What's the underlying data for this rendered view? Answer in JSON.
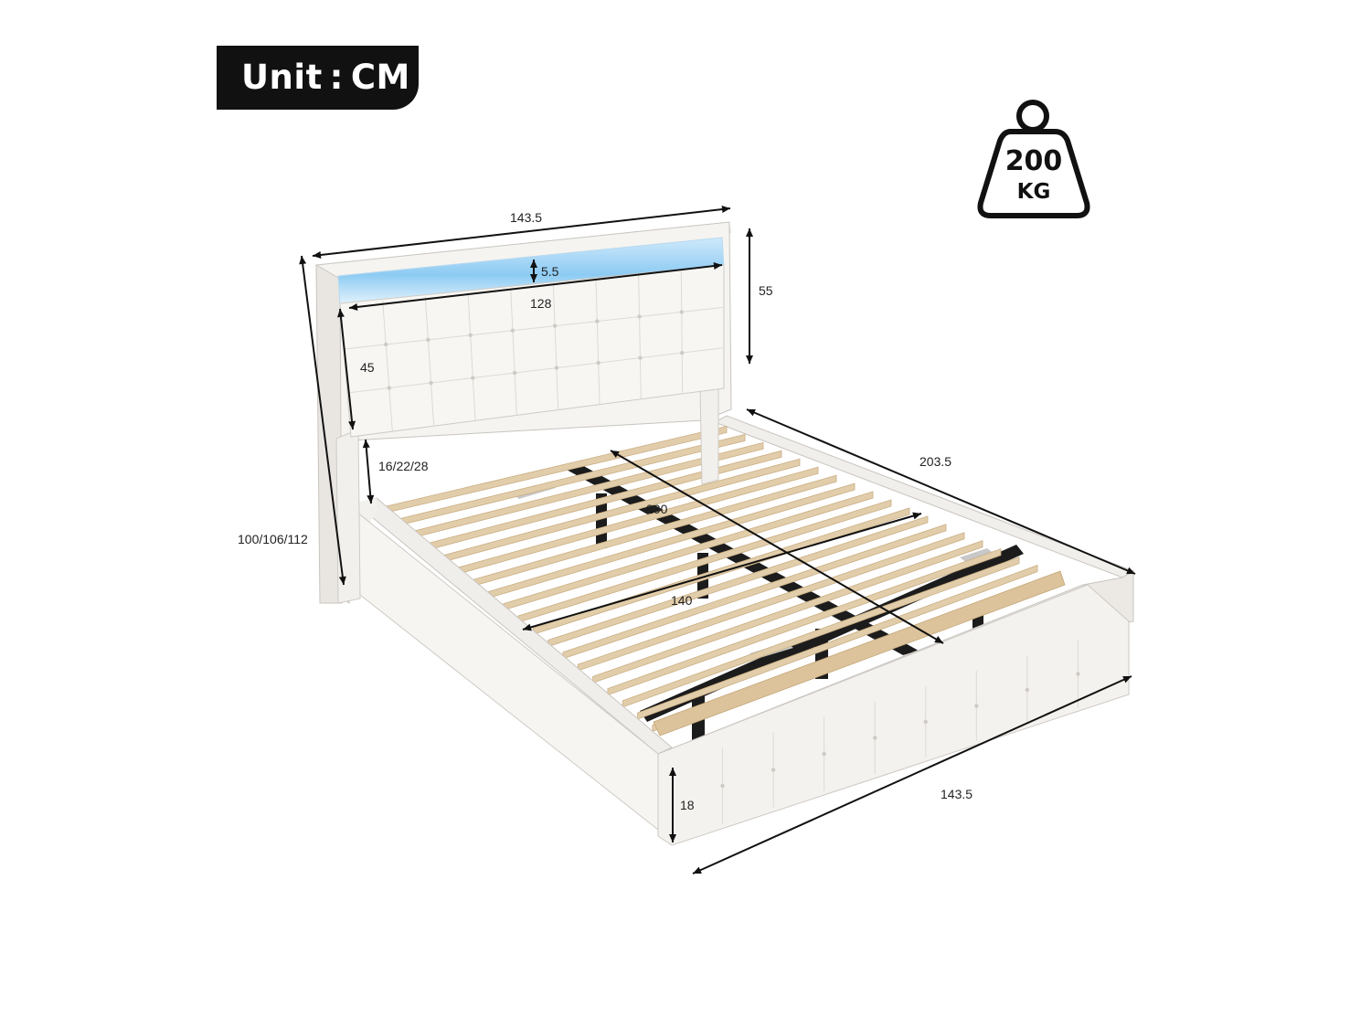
{
  "unit_label": "Unit : CM",
  "weight": {
    "value": "200",
    "unit": "KG",
    "icon": "weight-icon"
  },
  "product": "upholstered bed frame with LED headboard",
  "dimensions": {
    "headboard_width": "143.5",
    "led_strip_height": "5.5",
    "led_strip_width": "128",
    "headboard_height": "55",
    "panel_height": "45",
    "clearance_height": "16/22/28",
    "total_height": "100/106/112",
    "bed_length": "203.5",
    "mattress_length": "200",
    "mattress_width": "140",
    "frame_width": "143.5",
    "side_rail_height": "18"
  },
  "colors": {
    "upholstery": "#f3f1ee",
    "slats": "#e2cdaa",
    "frame_legs": "#1a1a1a",
    "led_glow": "#9fd4f5",
    "badge": "#111111"
  }
}
